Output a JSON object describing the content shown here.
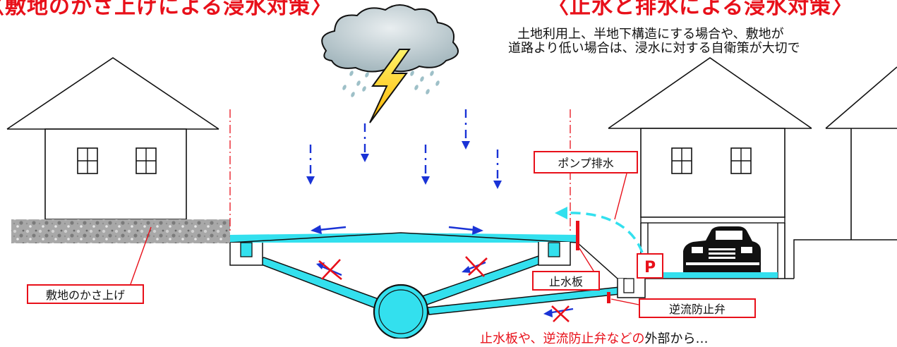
{
  "titles": {
    "left": "〈敷地のかさ上げによる浸水対策〉",
    "right": "〈止水と排水による浸水対策〉"
  },
  "note": {
    "line1": "土地利用上、半地下構造にする場合や、敷地が",
    "line2": "道路より低い場合は、浸水に対する自衛策が大切で"
  },
  "labels": {
    "raise": "敷地のかさ上げ",
    "pump": "ポンプ排水",
    "barrier": "止水板",
    "valve": "逆流防止弁",
    "pump_mark": "P"
  },
  "bottom_note": {
    "red": "止水板や、逆流防止弁などの",
    "rest": "外部から…"
  },
  "colors": {
    "title_red": "#e8101a",
    "water": "#33e0ee",
    "arrow_blue": "#1a33d6",
    "cross_red": "#e8101a",
    "ground_gray": "#a8a8a8"
  },
  "icons": [
    "thundercloud-icon",
    "lightning-icon",
    "rain-arrow-icon",
    "car-icon",
    "cross-mark-icon",
    "window-icon"
  ]
}
